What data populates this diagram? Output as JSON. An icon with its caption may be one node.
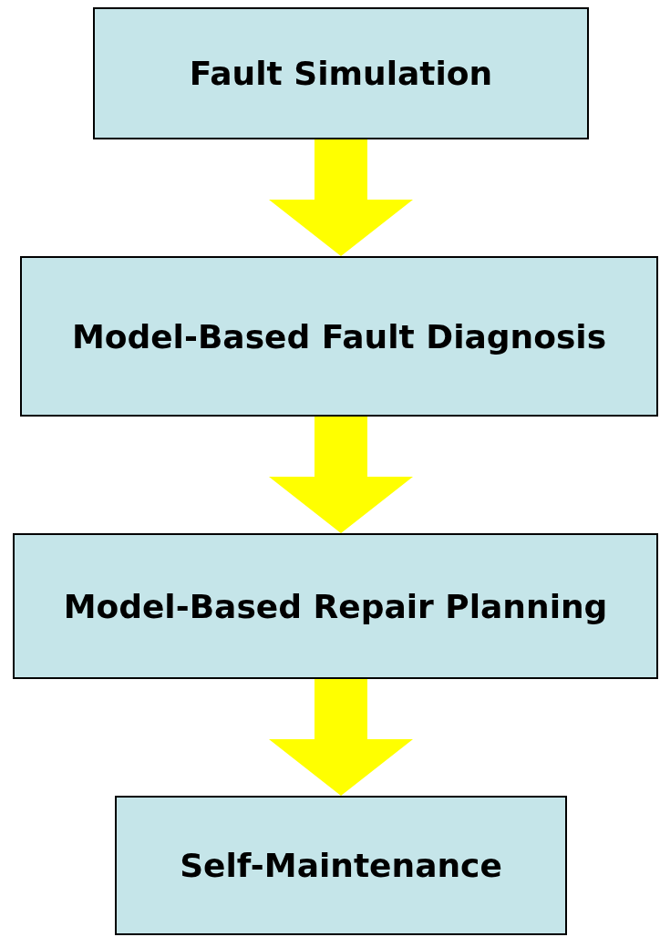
{
  "diagram": {
    "nodes": [
      {
        "text": [
          "Fault Simulation"
        ]
      },
      {
        "text": [
          "Model-Based Fault Diagnosis"
        ]
      },
      {
        "text": [
          "Model-Based Repair Planning"
        ]
      },
      {
        "text": [
          "Self-Maintenance"
        ]
      }
    ],
    "edges": [
      {
        "from": 0,
        "to": 1,
        "arrow": "to"
      },
      {
        "from": 1,
        "to": 2,
        "arrow": "to"
      },
      {
        "from": 2,
        "to": 3,
        "arrow": "to"
      }
    ]
  }
}
